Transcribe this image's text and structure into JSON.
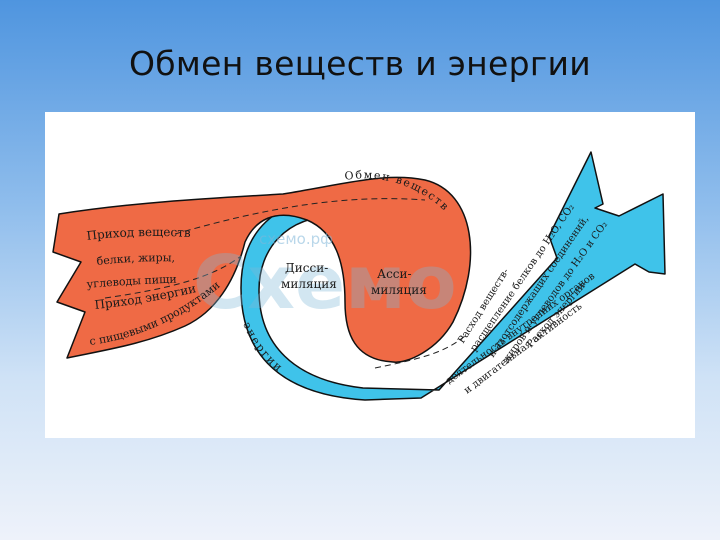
{
  "slide": {
    "title": "Обмен веществ и энергии"
  },
  "diagram": {
    "left_arrow_labels": [
      "Приход веществ",
      "белки, жиры,",
      "углеводы пищи",
      "Приход энергии",
      "с пищевыми продуктами"
    ],
    "center_labels": {
      "dissimilation_line1": "Дисси-",
      "dissimilation_line2": "миляция",
      "assimilation_line1": "Асси-",
      "assimilation_line2": "миляция"
    },
    "curved_labels": {
      "metabolism": "Обмен веществ",
      "energy": "энергии"
    },
    "right_arrow_labels": [
      "Расход веществ-",
      "расщепление белков до H₂O, CO₂",
      "и азотсодержащих соединений,",
      "жиров и углеводов до H₂O и CO₂",
      "Расход энергии-",
      "деятельность внутренних органов",
      "и двигательная активность"
    ],
    "watermark": {
      "brand": "Схемо",
      "site": "схемо.рф",
      "suffix": "РФ"
    },
    "colors": {
      "red_band": "#ef6a45",
      "blue_band": "#3fc3ea",
      "outline": "#111111",
      "background": "#ffffff"
    }
  }
}
